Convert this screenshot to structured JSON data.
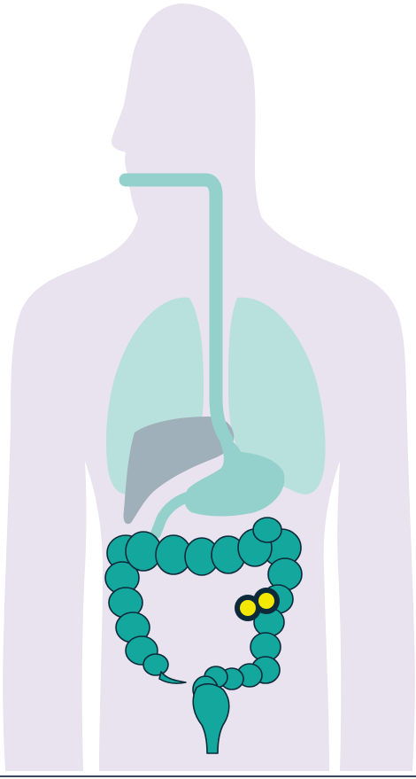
{
  "diagram": {
    "subject": "human-digestive-tract",
    "colors": {
      "background": "#ffffff",
      "body_silhouette": "#e8e3ee",
      "lungs": "#b8e0dc",
      "esophagus_stomach": "#94d1cc",
      "liver": "#9fb0ba",
      "colon": "#14a79d",
      "colon_outline": "#0c2a3a",
      "polyp_fill": "#f5e800",
      "polyp_outline": "#0c2a3a",
      "bottom_line": "#3a4a5a"
    },
    "parts": [
      "body-silhouette",
      "lungs",
      "liver",
      "esophagus",
      "stomach",
      "colon",
      "rectum",
      "polyp"
    ],
    "highlight": "polyp"
  }
}
